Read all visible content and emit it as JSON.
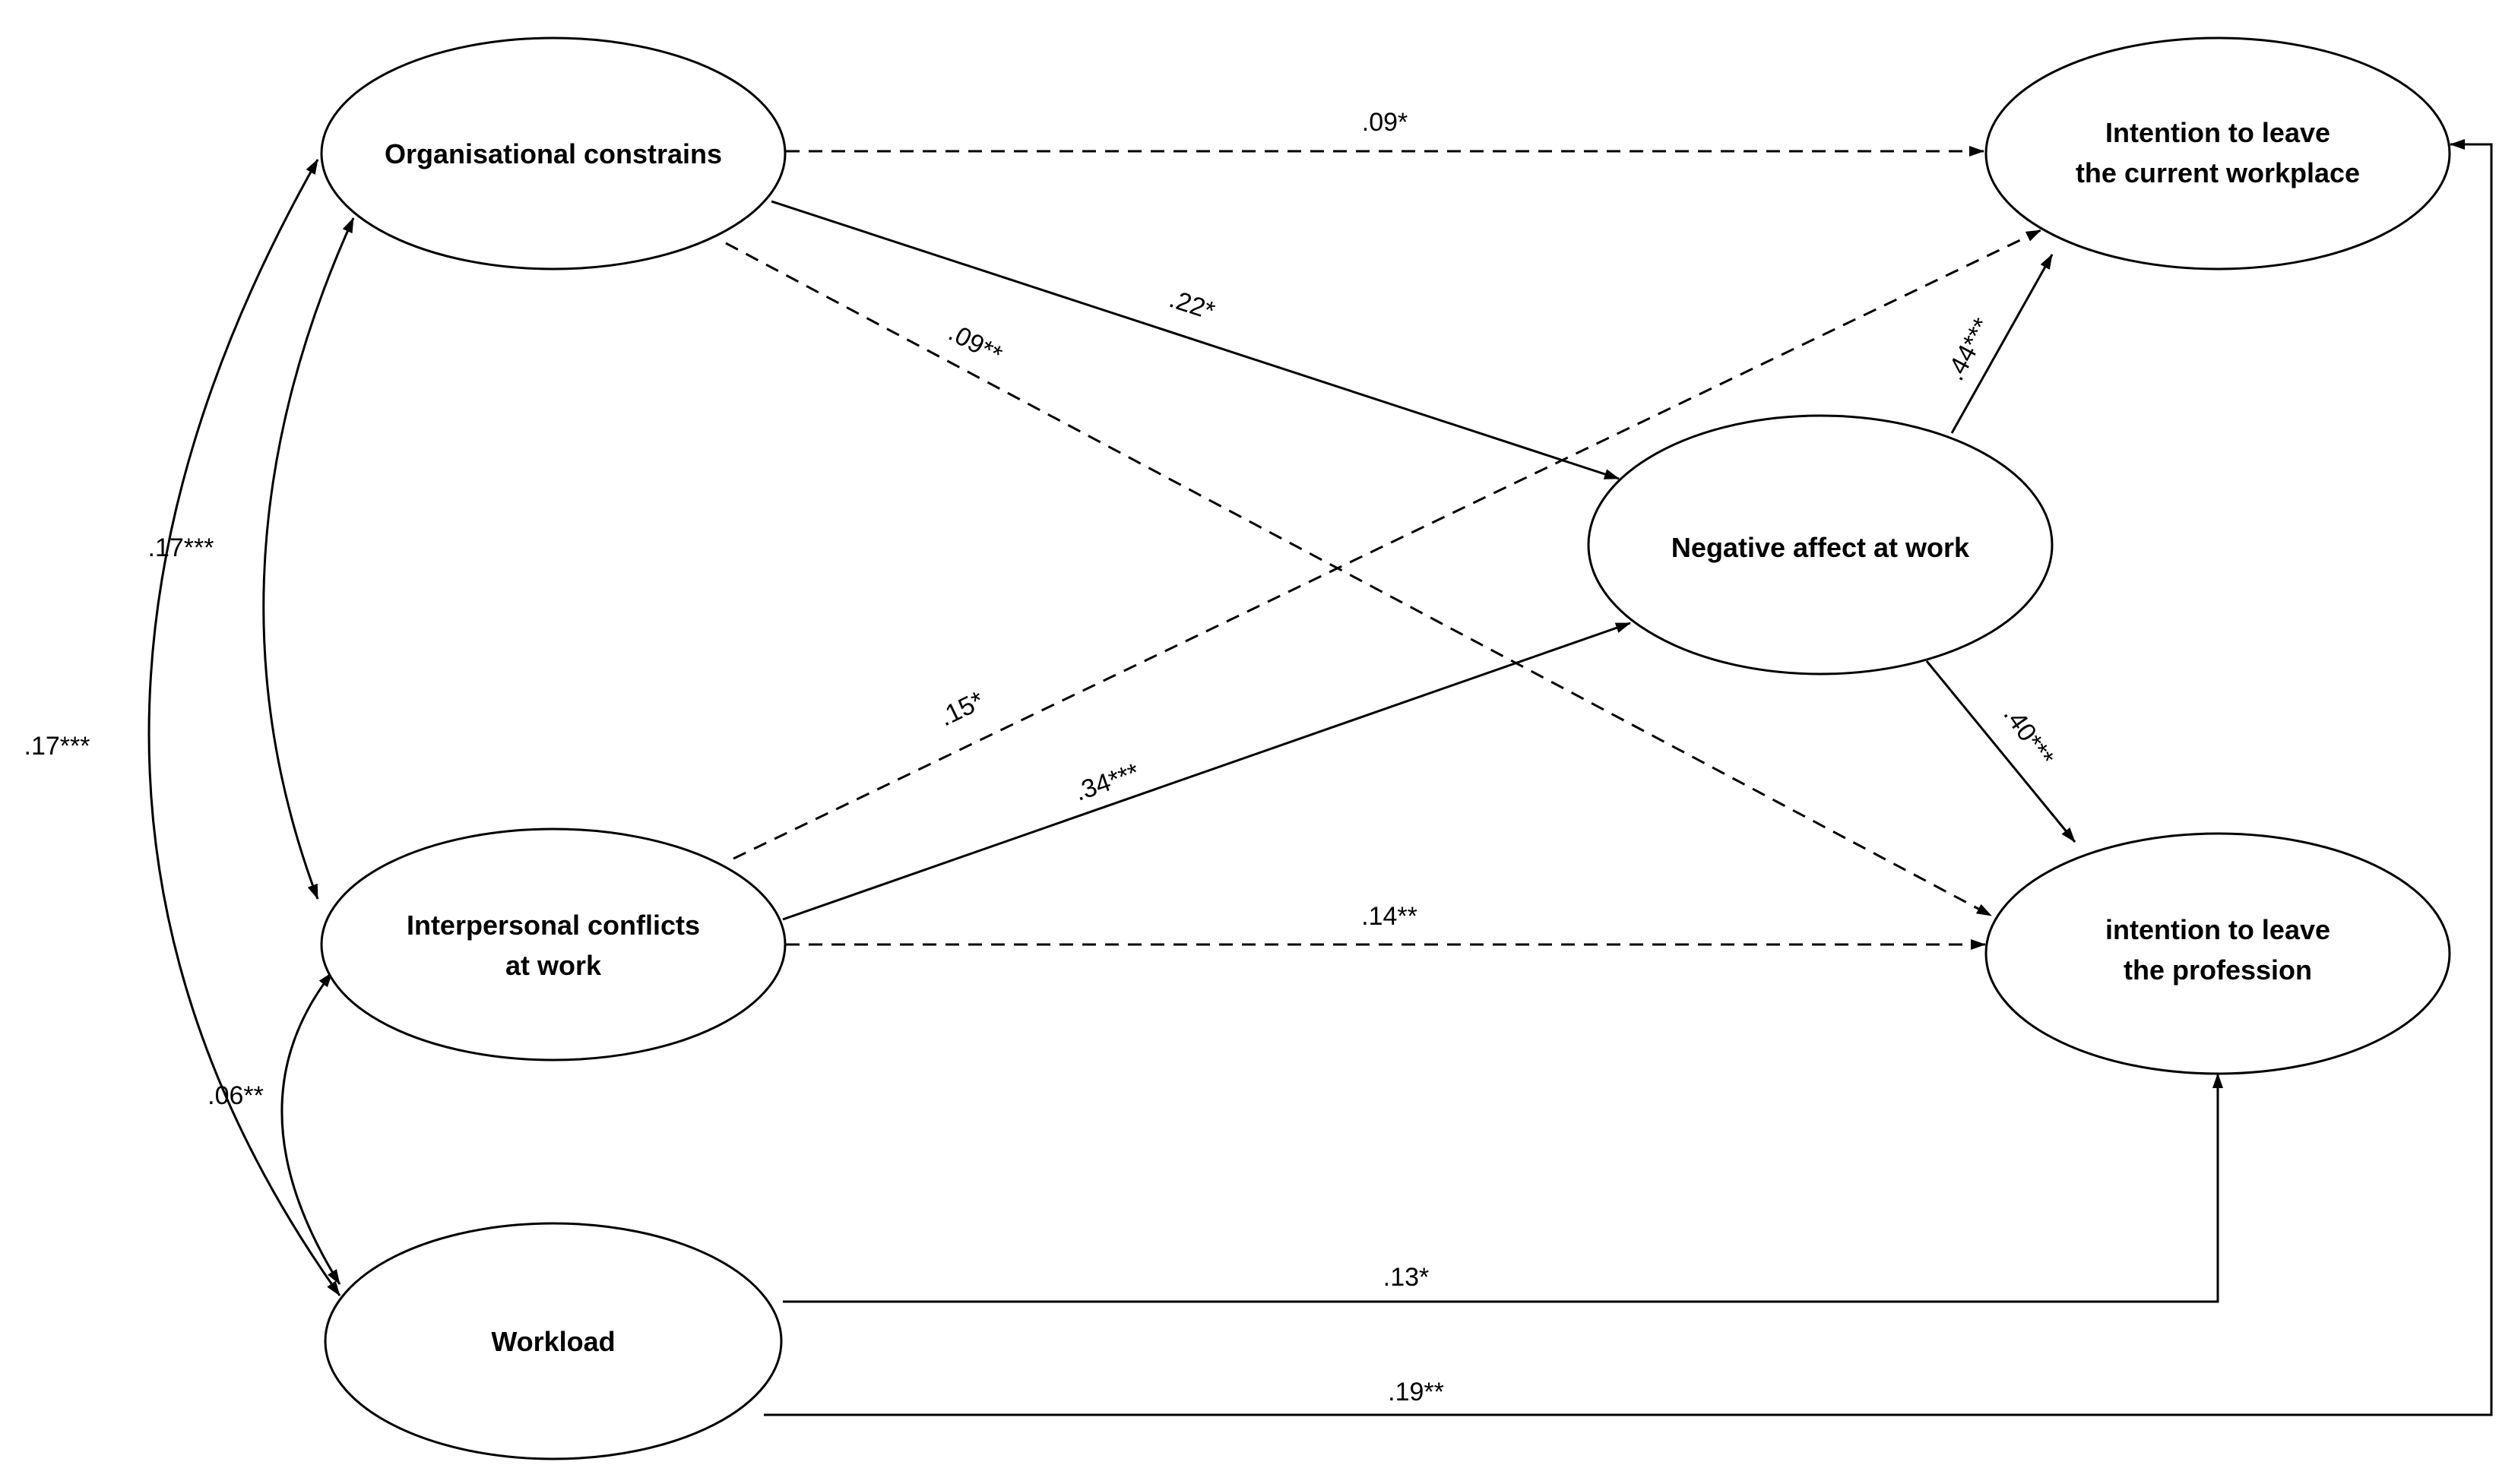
{
  "diagram": {
    "nodes": {
      "org": [
        "Organisational constrains"
      ],
      "inter": [
        "Interpersonal conflicts",
        "at work"
      ],
      "work": [
        "Workload"
      ],
      "neg": [
        "Negative affect at work"
      ],
      "itlw": [
        "Intention to leave",
        "the current workplace"
      ],
      "itlp": [
        "intention to leave",
        "the profession"
      ]
    },
    "edges": [
      {
        "id": "org-itlw",
        "from": "Organisational constrains",
        "to": "Intention to leave the current workplace",
        "label": ".09*",
        "style": "dashed"
      },
      {
        "id": "org-neg",
        "from": "Organisational constrains",
        "to": "Negative affect at work",
        "label": ".22*",
        "style": "solid"
      },
      {
        "id": "org-itlp",
        "from": "Organisational constrains",
        "to": "intention to leave the profession",
        "label": ".09**",
        "style": "dashed"
      },
      {
        "id": "inter-itlw",
        "from": "Interpersonal conflicts at work",
        "to": "Intention to leave the current workplace",
        "label": ".15*",
        "style": "dashed"
      },
      {
        "id": "inter-neg",
        "from": "Interpersonal conflicts at work",
        "to": "Negative affect at work",
        "label": ".34***",
        "style": "solid"
      },
      {
        "id": "inter-itlp",
        "from": "Interpersonal conflicts at work",
        "to": "intention to leave the profession",
        "label": ".14**",
        "style": "dashed"
      },
      {
        "id": "neg-itlw",
        "from": "Negative affect at work",
        "to": "Intention to leave the current workplace",
        "label": ".44***",
        "style": "solid"
      },
      {
        "id": "neg-itlp",
        "from": "Negative affect at work",
        "to": "intention to leave the profession",
        "label": ".40***",
        "style": "solid"
      },
      {
        "id": "work-itlp",
        "from": "Workload",
        "to": "intention to leave the profession",
        "label": ".13*",
        "style": "solid"
      },
      {
        "id": "work-itlw",
        "from": "Workload",
        "to": "Intention to leave the current workplace",
        "label": ".19**",
        "style": "solid"
      },
      {
        "id": "cov-org-inter",
        "from": "Organisational constrains",
        "to": "Interpersonal conflicts at work",
        "label": ".17***",
        "style": "double-headed"
      },
      {
        "id": "cov-org-work",
        "from": "Organisational constrains",
        "to": "Workload",
        "label": ".17***",
        "style": "double-headed"
      },
      {
        "id": "cov-inter-work",
        "from": "Interpersonal conflicts at work",
        "to": "Workload",
        "label": ".06**",
        "style": "double-headed"
      }
    ]
  }
}
